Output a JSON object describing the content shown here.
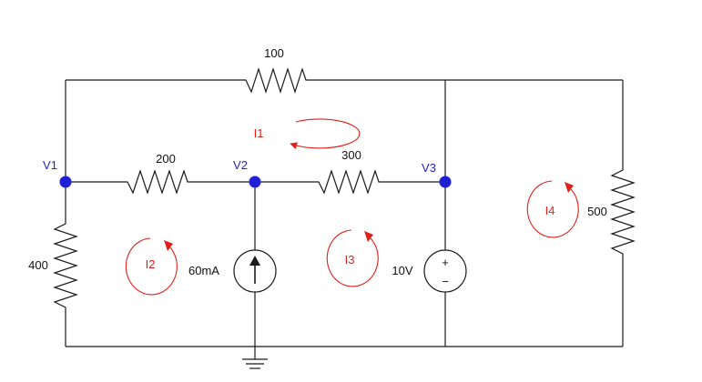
{
  "resistors": {
    "r_top": "100",
    "r_v1_v2": "200",
    "r_v2_v3": "300",
    "r_left": "400",
    "r_right": "500"
  },
  "nodes": {
    "v1": "V1",
    "v2": "V2",
    "v3": "V3",
    "color": "#1f1fd6"
  },
  "sources": {
    "current": "60mA",
    "voltage": "10V",
    "plus": "+",
    "minus": "−"
  },
  "loops": {
    "i1": "I1",
    "i2": "I2",
    "i3": "I3",
    "i4": "I4",
    "color": "#e0201a"
  },
  "icons": [
    "current-source-arrow-icon",
    "ground-icon",
    "loop-arrow-icon"
  ]
}
